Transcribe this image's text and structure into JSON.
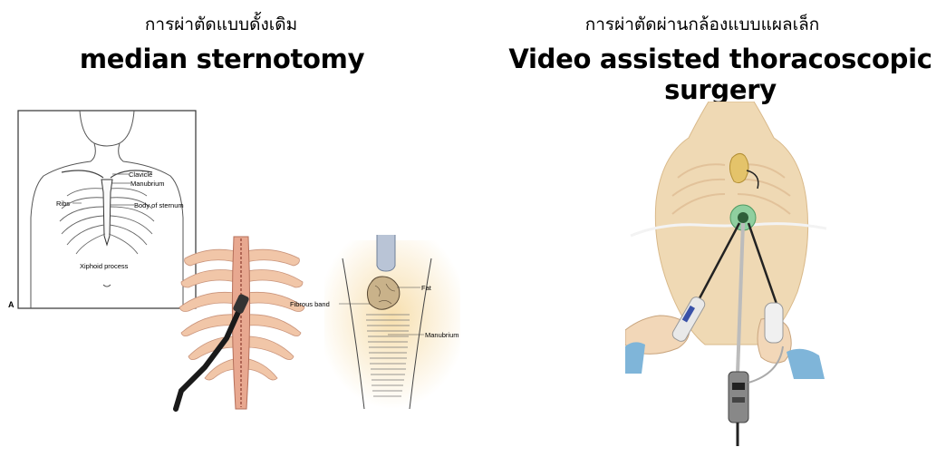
{
  "left": {
    "title_thai": "การผ่าตัดแบบดั้งเดิม",
    "title_en": "median sternotomy",
    "figure_a": {
      "panel_letter": "A",
      "labels": {
        "clavicle": "Clavicle",
        "manubrium": "Manubrium",
        "body_of_sternum": "Body of sternum",
        "ribs": "Ribs",
        "xiphoid": "Xiphoid process"
      }
    },
    "figure_c": {
      "labels": {
        "fat": "Fat",
        "fibrous_band": "Fibrous band",
        "manubrium": "Manubrium"
      }
    }
  },
  "right": {
    "title_thai": "การผ่าตัดผ่านกล้องแบบแผลเล็ก",
    "title_en": "Video assisted thoracoscopic surgery"
  },
  "colors": {
    "skin": "#efd9b4",
    "skin_dark": "#d9b98a",
    "sleeve_blue": "#7fb5d9",
    "port_green": "#8fcf9f",
    "rib_flesh": "#f1c6a8",
    "thymus_yellow": "#e4c36a"
  }
}
